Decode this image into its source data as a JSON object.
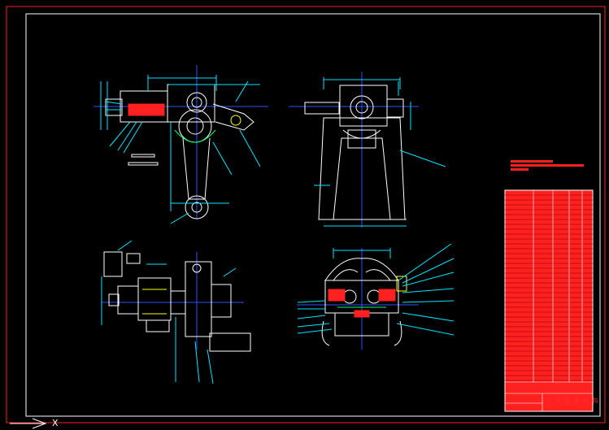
{
  "drawing": {
    "title_block_text": "三 件 机 器 结 构",
    "ucs_axis_label": "X"
  },
  "colors": {
    "background": "#000000",
    "frame": "#ffffff",
    "border_red": "#ff2020",
    "geometry": "#ffffff",
    "dimension": "#00e5ff",
    "leader": "#00e5ff",
    "center_line": "#3050ff",
    "green": "#00ff60",
    "yellow": "#ffff00",
    "red": "#ff2020"
  },
  "views": [
    {
      "name": "side-view"
    },
    {
      "name": "front-view"
    },
    {
      "name": "top-view"
    },
    {
      "name": "section-view"
    }
  ],
  "icons": {
    "ucs": "ucs-axis-icon"
  }
}
